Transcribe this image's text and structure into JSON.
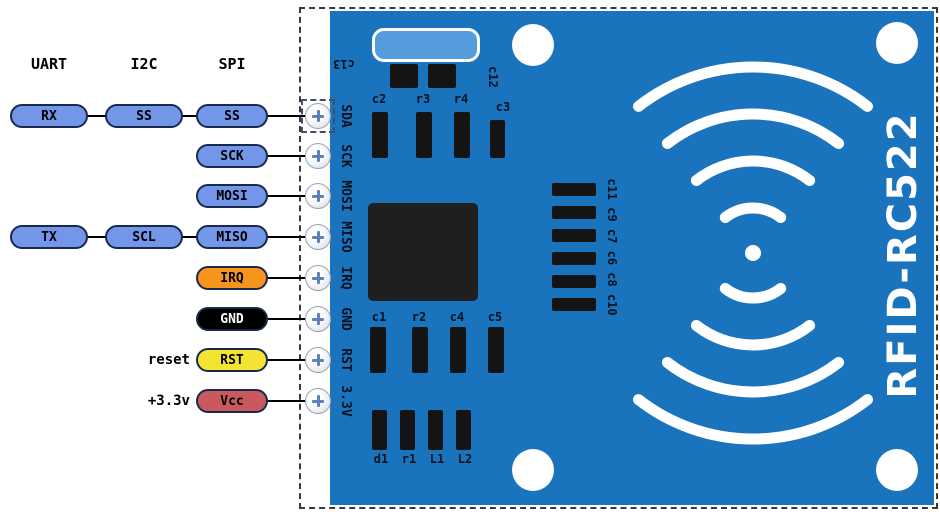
{
  "colors": {
    "board": "#1a73bd",
    "pill_blue": "#7496e8",
    "pill_orange": "#f7941e",
    "pill_yellow": "#f2e430",
    "pill_red": "#c9595d",
    "pill_black": "#000000"
  },
  "diagram": {
    "buses": {
      "uart": "UART",
      "i2c": "I2C",
      "spi": "SPI"
    },
    "prefixes": {
      "reset": "reset",
      "power": "+3.3v"
    }
  },
  "pills": {
    "rx": "RX",
    "ss_i2c": "SS",
    "ss_spi": "SS",
    "sck": "SCK",
    "mosi": "MOSI",
    "tx": "TX",
    "scl": "SCL",
    "miso": "MISO",
    "irq": "IRQ",
    "gnd": "GND",
    "rst": "RST",
    "vcc": "Vcc"
  },
  "board": {
    "name": "RFID-RC522",
    "pin_labels": [
      "SDA",
      "SCK",
      "MOSI",
      "MISO",
      "IRQ",
      "GND",
      "RST",
      "3.3V"
    ],
    "components": {
      "c13": "c13",
      "c12": "c12",
      "c2": "c2",
      "r3": "r3",
      "r4": "r4",
      "c3": "c3",
      "cap_bank": "c11 c9 c7 c6 c8 c10",
      "c1": "c1",
      "r2": "r2",
      "c4": "c4",
      "c5": "c5",
      "d1": "d1",
      "r1": "r1",
      "L1": "L1",
      "L2": "L2"
    }
  }
}
